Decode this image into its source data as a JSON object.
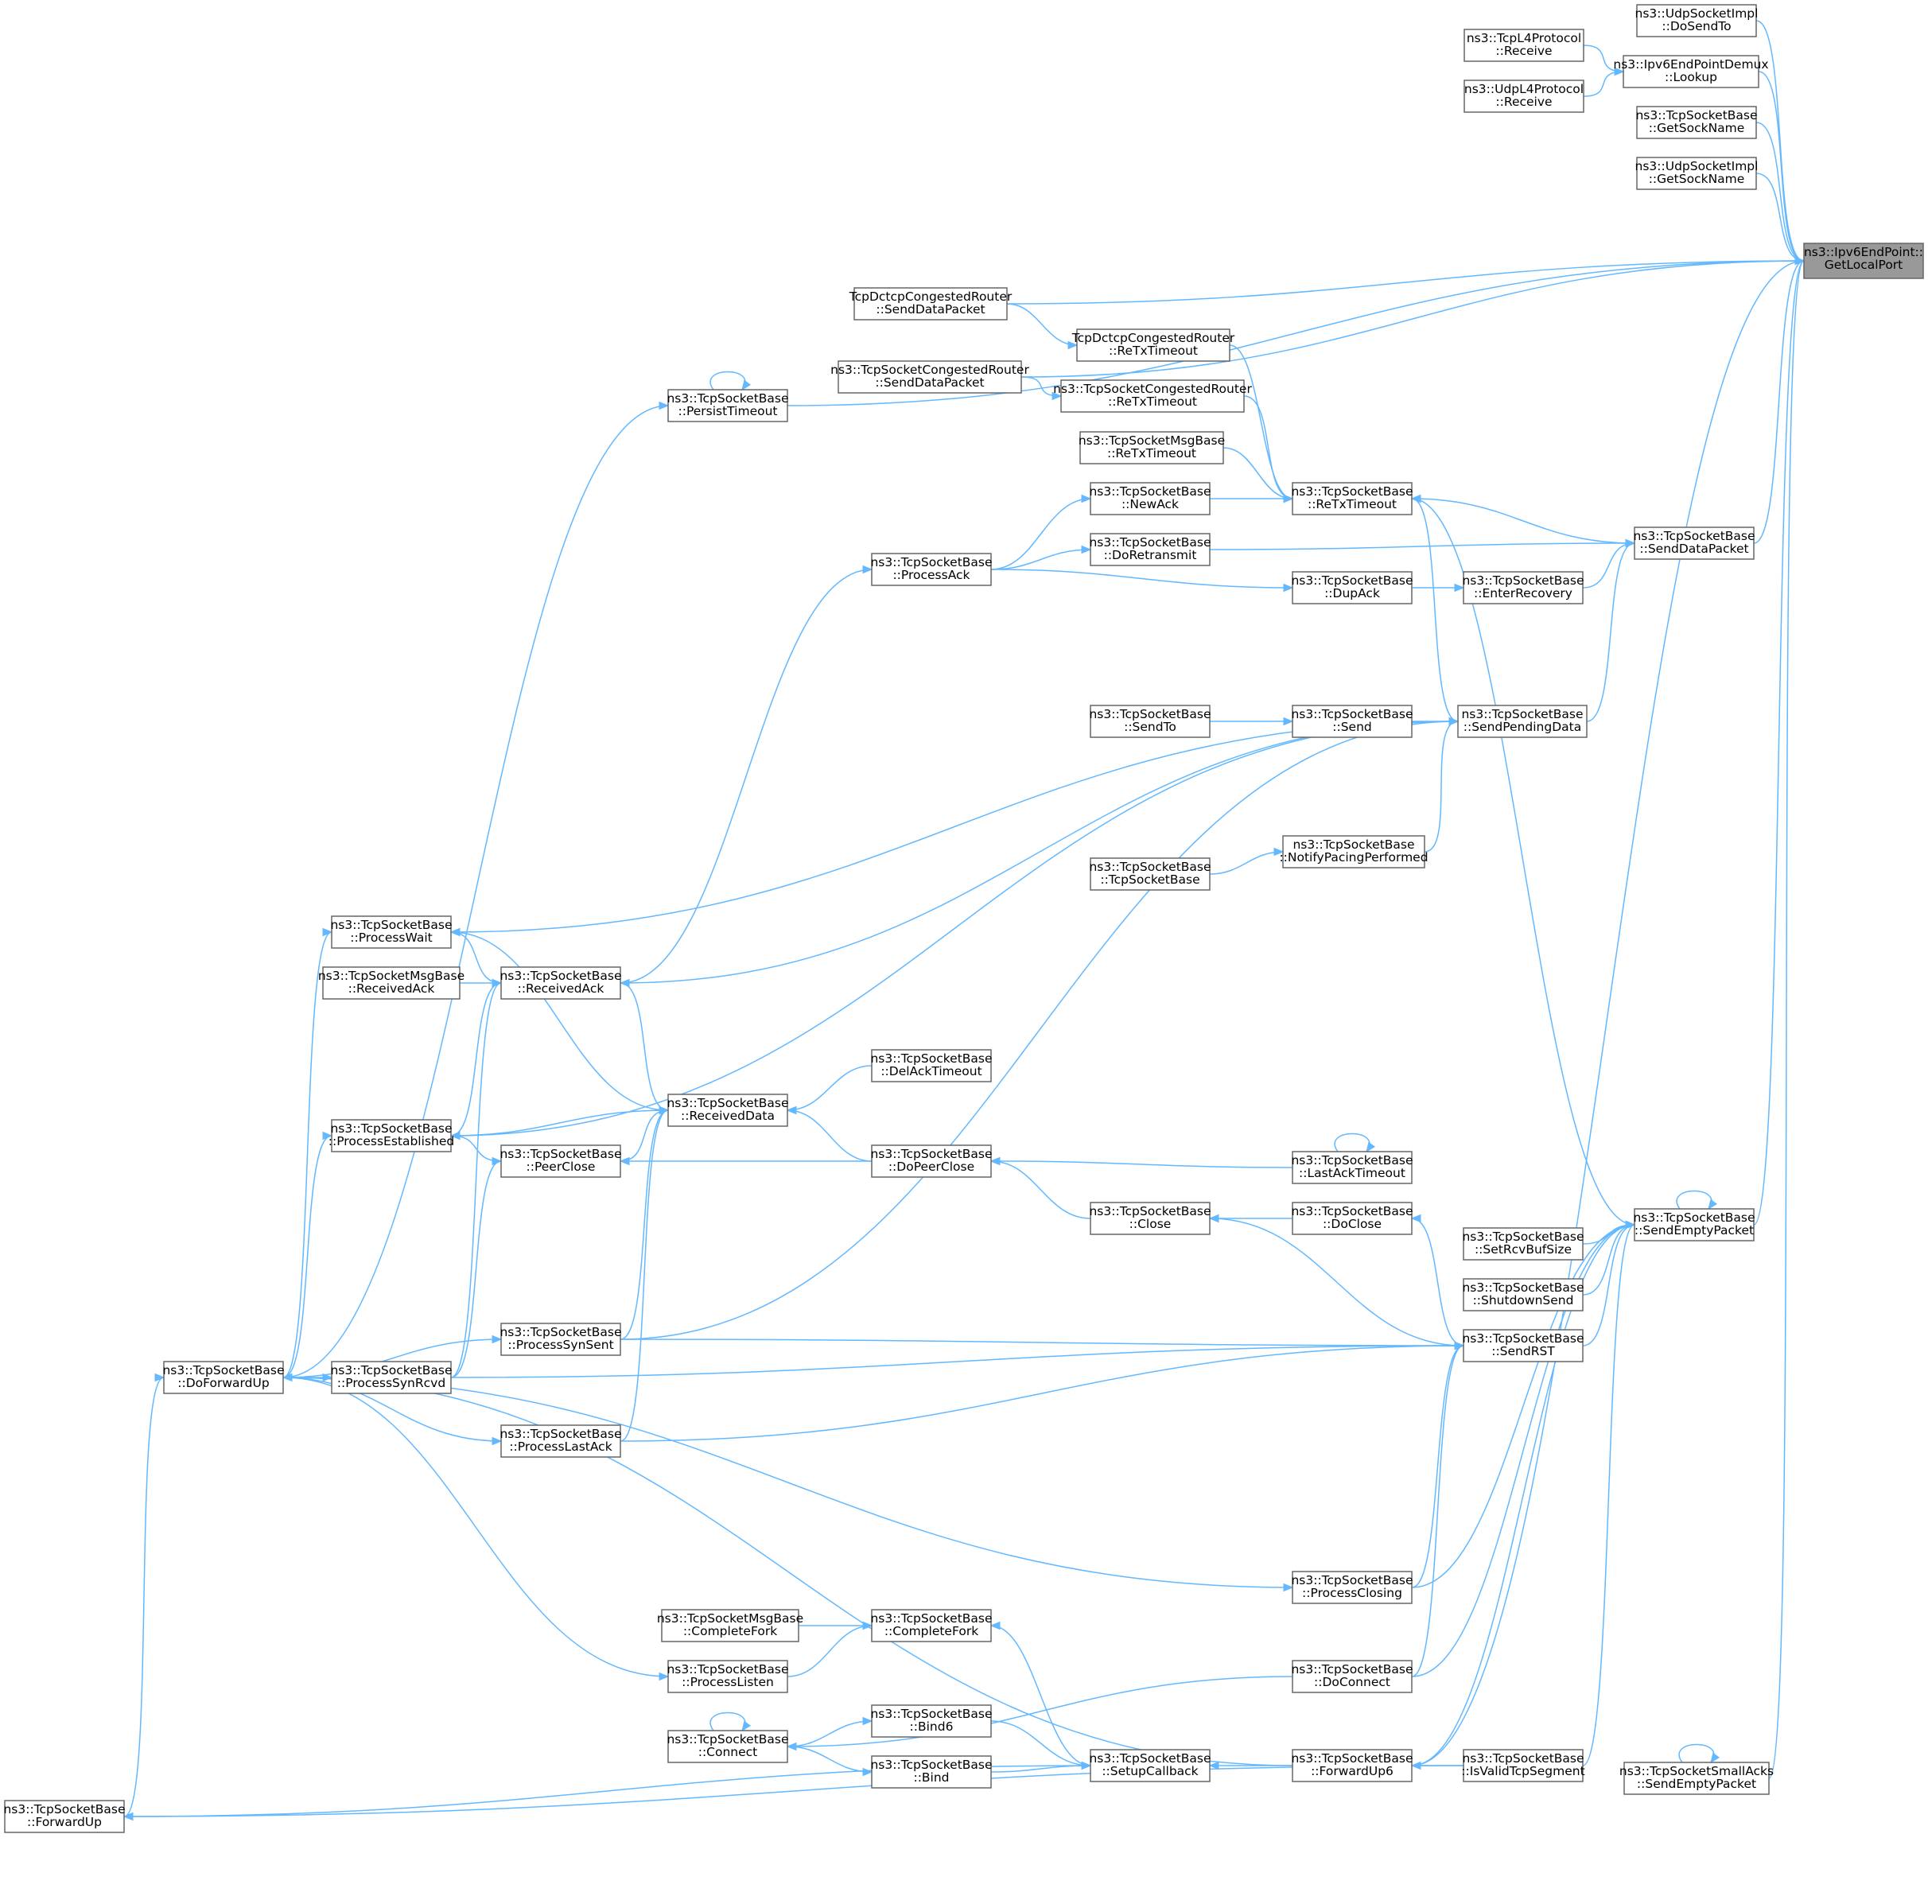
{
  "nodes": [
    {
      "id": "root",
      "label": [
        "ns3::Ipv6EndPoint::",
        "GetLocalPort"
      ]
    },
    {
      "id": "udpDoSendTo",
      "label": [
        "ns3::UdpSocketImpl",
        "::DoSendTo"
      ]
    },
    {
      "id": "demuxLookup",
      "label": [
        "ns3::Ipv6EndPointDemux",
        "::Lookup"
      ]
    },
    {
      "id": "tcpL4Receive",
      "label": [
        "ns3::TcpL4Protocol",
        "::Receive"
      ]
    },
    {
      "id": "udpL4Receive",
      "label": [
        "ns3::UdpL4Protocol",
        "::Receive"
      ]
    },
    {
      "id": "tcpGetSockName",
      "label": [
        "ns3::TcpSocketBase",
        "::GetSockName"
      ]
    },
    {
      "id": "udpGetSockName",
      "label": [
        "ns3::UdpSocketImpl",
        "::GetSockName"
      ]
    },
    {
      "id": "dctcpRouterSend",
      "label": [
        "TcpDctcpCongestedRouter",
        "::SendDataPacket"
      ]
    },
    {
      "id": "dctcpRouterReTx",
      "label": [
        "TcpDctcpCongestedRouter",
        "::ReTxTimeout"
      ]
    },
    {
      "id": "congRouterSend",
      "label": [
        "ns3::TcpSocketCongestedRouter",
        "::SendDataPacket"
      ]
    },
    {
      "id": "congRouterReTx",
      "label": [
        "ns3::TcpSocketCongestedRouter",
        "::ReTxTimeout"
      ]
    },
    {
      "id": "persistTimeout",
      "label": [
        "ns3::TcpSocketBase",
        "::PersistTimeout"
      ]
    },
    {
      "id": "msgReTx",
      "label": [
        "ns3::TcpSocketMsgBase",
        "::ReTxTimeout"
      ]
    },
    {
      "id": "reTxTimeout",
      "label": [
        "ns3::TcpSocketBase",
        "::ReTxTimeout"
      ]
    },
    {
      "id": "newAck",
      "label": [
        "ns3::TcpSocketBase",
        "::NewAck"
      ]
    },
    {
      "id": "doRetransmit",
      "label": [
        "ns3::TcpSocketBase",
        "::DoRetransmit"
      ]
    },
    {
      "id": "processAck",
      "label": [
        "ns3::TcpSocketBase",
        "::ProcessAck"
      ]
    },
    {
      "id": "sendDataPacket",
      "label": [
        "ns3::TcpSocketBase",
        "::SendDataPacket"
      ]
    },
    {
      "id": "dupAck",
      "label": [
        "ns3::TcpSocketBase",
        "::DupAck"
      ]
    },
    {
      "id": "enterRecovery",
      "label": [
        "ns3::TcpSocketBase",
        "::EnterRecovery"
      ]
    },
    {
      "id": "sendTo",
      "label": [
        "ns3::TcpSocketBase",
        "::SendTo"
      ]
    },
    {
      "id": "send",
      "label": [
        "ns3::TcpSocketBase",
        "::Send"
      ]
    },
    {
      "id": "sendPendingData",
      "label": [
        "ns3::TcpSocketBase",
        "::SendPendingData"
      ]
    },
    {
      "id": "notifyPacing",
      "label": [
        "ns3::TcpSocketBase",
        "::NotifyPacingPerformed"
      ]
    },
    {
      "id": "tcpSocketBase",
      "label": [
        "ns3::TcpSocketBase",
        "::TcpSocketBase"
      ]
    },
    {
      "id": "processWait",
      "label": [
        "ns3::TcpSocketBase",
        "::ProcessWait"
      ]
    },
    {
      "id": "msgReceivedAck",
      "label": [
        "ns3::TcpSocketMsgBase",
        "::ReceivedAck"
      ]
    },
    {
      "id": "receivedAck",
      "label": [
        "ns3::TcpSocketBase",
        "::ReceivedAck"
      ]
    },
    {
      "id": "delAckTimeout",
      "label": [
        "ns3::TcpSocketBase",
        "::DelAckTimeout"
      ]
    },
    {
      "id": "receivedData",
      "label": [
        "ns3::TcpSocketBase",
        "::ReceivedData"
      ]
    },
    {
      "id": "processEstablished",
      "label": [
        "ns3::TcpSocketBase",
        "::ProcessEstablished"
      ]
    },
    {
      "id": "peerClose",
      "label": [
        "ns3::TcpSocketBase",
        "::PeerClose"
      ]
    },
    {
      "id": "doPeerClose",
      "label": [
        "ns3::TcpSocketBase",
        "::DoPeerClose"
      ]
    },
    {
      "id": "lastAckTimeout",
      "label": [
        "ns3::TcpSocketBase",
        "::LastAckTimeout"
      ]
    },
    {
      "id": "close",
      "label": [
        "ns3::TcpSocketBase",
        "::Close"
      ]
    },
    {
      "id": "doClose",
      "label": [
        "ns3::TcpSocketBase",
        "::DoClose"
      ]
    },
    {
      "id": "sendEmptyPacket",
      "label": [
        "ns3::TcpSocketBase",
        "::SendEmptyPacket"
      ]
    },
    {
      "id": "setRcvBufSize",
      "label": [
        "ns3::TcpSocketBase",
        "::SetRcvBufSize"
      ]
    },
    {
      "id": "shutdownSend",
      "label": [
        "ns3::TcpSocketBase",
        "::ShutdownSend"
      ]
    },
    {
      "id": "processSynSent",
      "label": [
        "ns3::TcpSocketBase",
        "::ProcessSynSent"
      ]
    },
    {
      "id": "sendRST",
      "label": [
        "ns3::TcpSocketBase",
        "::SendRST"
      ]
    },
    {
      "id": "doForwardUp",
      "label": [
        "ns3::TcpSocketBase",
        "::DoForwardUp"
      ]
    },
    {
      "id": "processSynRcvd",
      "label": [
        "ns3::TcpSocketBase",
        "::ProcessSynRcvd"
      ]
    },
    {
      "id": "processLastAck",
      "label": [
        "ns3::TcpSocketBase",
        "::ProcessLastAck"
      ]
    },
    {
      "id": "processClosing",
      "label": [
        "ns3::TcpSocketBase",
        "::ProcessClosing"
      ]
    },
    {
      "id": "msgCompleteFork",
      "label": [
        "ns3::TcpSocketMsgBase",
        "::CompleteFork"
      ]
    },
    {
      "id": "completeFork",
      "label": [
        "ns3::TcpSocketBase",
        "::CompleteFork"
      ]
    },
    {
      "id": "processListen",
      "label": [
        "ns3::TcpSocketBase",
        "::ProcessListen"
      ]
    },
    {
      "id": "doConnect",
      "label": [
        "ns3::TcpSocketBase",
        "::DoConnect"
      ]
    },
    {
      "id": "bind6",
      "label": [
        "ns3::TcpSocketBase",
        "::Bind6"
      ]
    },
    {
      "id": "connect",
      "label": [
        "ns3::TcpSocketBase",
        "::Connect"
      ]
    },
    {
      "id": "bind",
      "label": [
        "ns3::TcpSocketBase",
        "::Bind"
      ]
    },
    {
      "id": "setupCallback",
      "label": [
        "ns3::TcpSocketBase",
        "::SetupCallback"
      ]
    },
    {
      "id": "forwardUp6",
      "label": [
        "ns3::TcpSocketBase",
        "::ForwardUp6"
      ]
    },
    {
      "id": "isValidTcpSegment",
      "label": [
        "ns3::TcpSocketBase",
        "::IsValidTcpSegment"
      ]
    },
    {
      "id": "smallAcksSendEmpty",
      "label": [
        "ns3::TcpSocketSmallAcks",
        "::SendEmptyPacket"
      ]
    },
    {
      "id": "forwardUp",
      "label": [
        "ns3::TcpSocketBase",
        "::ForwardUp"
      ]
    }
  ],
  "edges": [
    {
      "from": "udpDoSendTo",
      "to": "root"
    },
    {
      "from": "demuxLookup",
      "to": "root"
    },
    {
      "from": "tcpL4Receive",
      "to": "demuxLookup"
    },
    {
      "from": "udpL4Receive",
      "to": "demuxLookup"
    },
    {
      "from": "tcpGetSockName",
      "to": "root"
    },
    {
      "from": "udpGetSockName",
      "to": "root"
    },
    {
      "from": "persistTimeout",
      "to": "root"
    },
    {
      "from": "dctcpRouterSend",
      "to": "root"
    },
    {
      "from": "congRouterSend",
      "to": "root"
    },
    {
      "from": "sendDataPacket",
      "to": "root"
    },
    {
      "from": "sendEmptyPacket",
      "to": "root"
    },
    {
      "from": "forwardUp6",
      "to": "root"
    },
    {
      "from": "smallAcksSendEmpty",
      "to": "root"
    },
    {
      "from": "dctcpRouterSend",
      "to": "dctcpRouterReTx"
    },
    {
      "from": "congRouterSend",
      "to": "congRouterReTx"
    },
    {
      "from": "persistTimeout",
      "to": "persistTimeout"
    },
    {
      "from": "doForwardUp",
      "to": "persistTimeout"
    },
    {
      "from": "dctcpRouterReTx",
      "to": "reTxTimeout"
    },
    {
      "from": "congRouterReTx",
      "to": "reTxTimeout"
    },
    {
      "from": "msgReTx",
      "to": "reTxTimeout"
    },
    {
      "from": "newAck",
      "to": "reTxTimeout"
    },
    {
      "from": "sendDataPacket",
      "to": "reTxTimeout"
    },
    {
      "from": "sendPendingData",
      "to": "reTxTimeout"
    },
    {
      "from": "sendEmptyPacket",
      "to": "reTxTimeout"
    },
    {
      "from": "processAck",
      "to": "newAck"
    },
    {
      "from": "processAck",
      "to": "doRetransmit"
    },
    {
      "from": "processAck",
      "to": "dupAck"
    },
    {
      "from": "doRetransmit",
      "to": "sendDataPacket"
    },
    {
      "from": "enterRecovery",
      "to": "sendDataPacket"
    },
    {
      "from": "sendPendingData",
      "to": "sendDataPacket"
    },
    {
      "from": "dupAck",
      "to": "enterRecovery"
    },
    {
      "from": "receivedAck",
      "to": "processAck"
    },
    {
      "from": "sendTo",
      "to": "send"
    },
    {
      "from": "send",
      "to": "sendPendingData"
    },
    {
      "from": "notifyPacing",
      "to": "sendPendingData"
    },
    {
      "from": "tcpSocketBase",
      "to": "notifyPacing"
    },
    {
      "from": "processWait",
      "to": "sendPendingData"
    },
    {
      "from": "receivedAck",
      "to": "sendPendingData"
    },
    {
      "from": "processSynSent",
      "to": "sendPendingData"
    },
    {
      "from": "processEstablished",
      "to": "sendPendingData"
    },
    {
      "from": "receivedAck",
      "to": "processWait"
    },
    {
      "from": "receivedData",
      "to": "processWait"
    },
    {
      "from": "doForwardUp",
      "to": "processWait"
    },
    {
      "from": "msgReceivedAck",
      "to": "receivedAck"
    },
    {
      "from": "receivedData",
      "to": "receivedAck"
    },
    {
      "from": "processEstablished",
      "to": "receivedAck"
    },
    {
      "from": "processSynRcvd",
      "to": "receivedAck"
    },
    {
      "from": "delAckTimeout",
      "to": "receivedData"
    },
    {
      "from": "receivedData",
      "to": "processEstablished"
    },
    {
      "from": "peerClose",
      "to": "processEstablished"
    },
    {
      "from": "doForwardUp",
      "to": "processEstablished"
    },
    {
      "from": "peerClose",
      "to": "receivedData"
    },
    {
      "from": "doPeerClose",
      "to": "receivedData"
    },
    {
      "from": "processSynSent",
      "to": "receivedData"
    },
    {
      "from": "processLastAck",
      "to": "receivedData"
    },
    {
      "from": "doPeerClose",
      "to": "peerClose"
    },
    {
      "from": "processSynRcvd",
      "to": "peerClose"
    },
    {
      "from": "lastAckTimeout",
      "to": "doPeerClose"
    },
    {
      "from": "close",
      "to": "doPeerClose"
    },
    {
      "from": "lastAckTimeout",
      "to": "lastAckTimeout"
    },
    {
      "from": "doClose",
      "to": "close"
    },
    {
      "from": "sendRST",
      "to": "close"
    },
    {
      "from": "sendRST",
      "to": "doClose"
    },
    {
      "from": "sendEmptyPacket",
      "to": "sendEmptyPacket"
    },
    {
      "from": "setRcvBufSize",
      "to": "sendEmptyPacket"
    },
    {
      "from": "shutdownSend",
      "to": "sendEmptyPacket"
    },
    {
      "from": "sendRST",
      "to": "sendEmptyPacket"
    },
    {
      "from": "processClosing",
      "to": "sendEmptyPacket"
    },
    {
      "from": "doConnect",
      "to": "sendEmptyPacket"
    },
    {
      "from": "forwardUp6",
      "to": "sendEmptyPacket"
    },
    {
      "from": "isValidTcpSegment",
      "to": "sendEmptyPacket"
    },
    {
      "from": "processSynSent",
      "to": "sendRST"
    },
    {
      "from": "processSynRcvd",
      "to": "sendRST"
    },
    {
      "from": "processLastAck",
      "to": "sendRST"
    },
    {
      "from": "processClosing",
      "to": "sendRST"
    },
    {
      "from": "doConnect",
      "to": "sendRST"
    },
    {
      "from": "doForwardUp",
      "to": "processSynSent"
    },
    {
      "from": "doForwardUp",
      "to": "processSynRcvd"
    },
    {
      "from": "doForwardUp",
      "to": "processLastAck"
    },
    {
      "from": "doForwardUp",
      "to": "processClosing"
    },
    {
      "from": "doForwardUp",
      "to": "processListen"
    },
    {
      "from": "forwardUp",
      "to": "doForwardUp"
    },
    {
      "from": "forwardUp6",
      "to": "doForwardUp"
    },
    {
      "from": "msgCompleteFork",
      "to": "completeFork"
    },
    {
      "from": "processListen",
      "to": "completeFork"
    },
    {
      "from": "setupCallback",
      "to": "completeFork"
    },
    {
      "from": "connect",
      "to": "bind6"
    },
    {
      "from": "connect",
      "to": "bind"
    },
    {
      "from": "connect",
      "to": "connect"
    },
    {
      "from": "doConnect",
      "to": "connect"
    },
    {
      "from": "bind6",
      "to": "setupCallback"
    },
    {
      "from": "bind",
      "to": "setupCallback"
    },
    {
      "from": "setupCallback",
      "to": "forwardUp"
    },
    {
      "from": "forwardUp6",
      "to": "setupCallback"
    },
    {
      "from": "isValidTcpSegment",
      "to": "forwardUp6"
    },
    {
      "from": "isValidTcpSegment",
      "to": "forwardUp"
    },
    {
      "from": "smallAcksSendEmpty",
      "to": "smallAcksSendEmpty"
    }
  ]
}
